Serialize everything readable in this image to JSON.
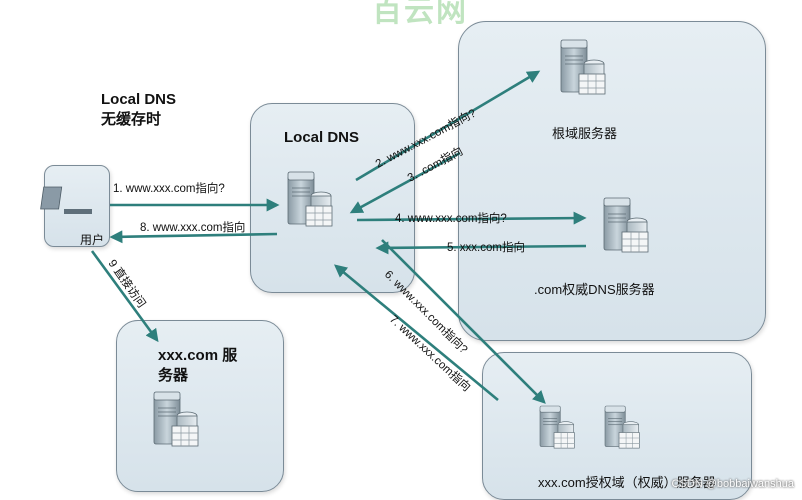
{
  "watermark_top": "百云网",
  "local_dns_caption": {
    "line1": "Local DNS",
    "line2": "无缓存时"
  },
  "user": {
    "label": "用户"
  },
  "local_dns": {
    "label": "Local DNS"
  },
  "root_server": {
    "label": "根域服务器"
  },
  "tld_server": {
    "label": ".com权威DNS服务器"
  },
  "auth_server": {
    "label": "xxx.com授权域（权威）服务器"
  },
  "web_server": {
    "label_line1": "xxx.com 服",
    "label_line2": "务器"
  },
  "steps": {
    "s1": "1.  www.xxx.com指向?",
    "s2": "2.  www.xxx.com指向?",
    "s3": "3.   .com指向",
    "s4": "4.  www.xxx.com指向?",
    "s5": "5.  xxx.com指向",
    "s6": "6.  www.xxx.com指向?",
    "s7": "7.  www.xxx.com指向",
    "s8": "8.  www.xxx.com指向",
    "s9": "9 直接访问"
  },
  "watermark_bottom": "CSDN @bobbaiwanshua",
  "colors": {
    "arrow": "#2e7f7c",
    "box_border": "#7b8b97",
    "box_fill": "#dde7ee"
  }
}
